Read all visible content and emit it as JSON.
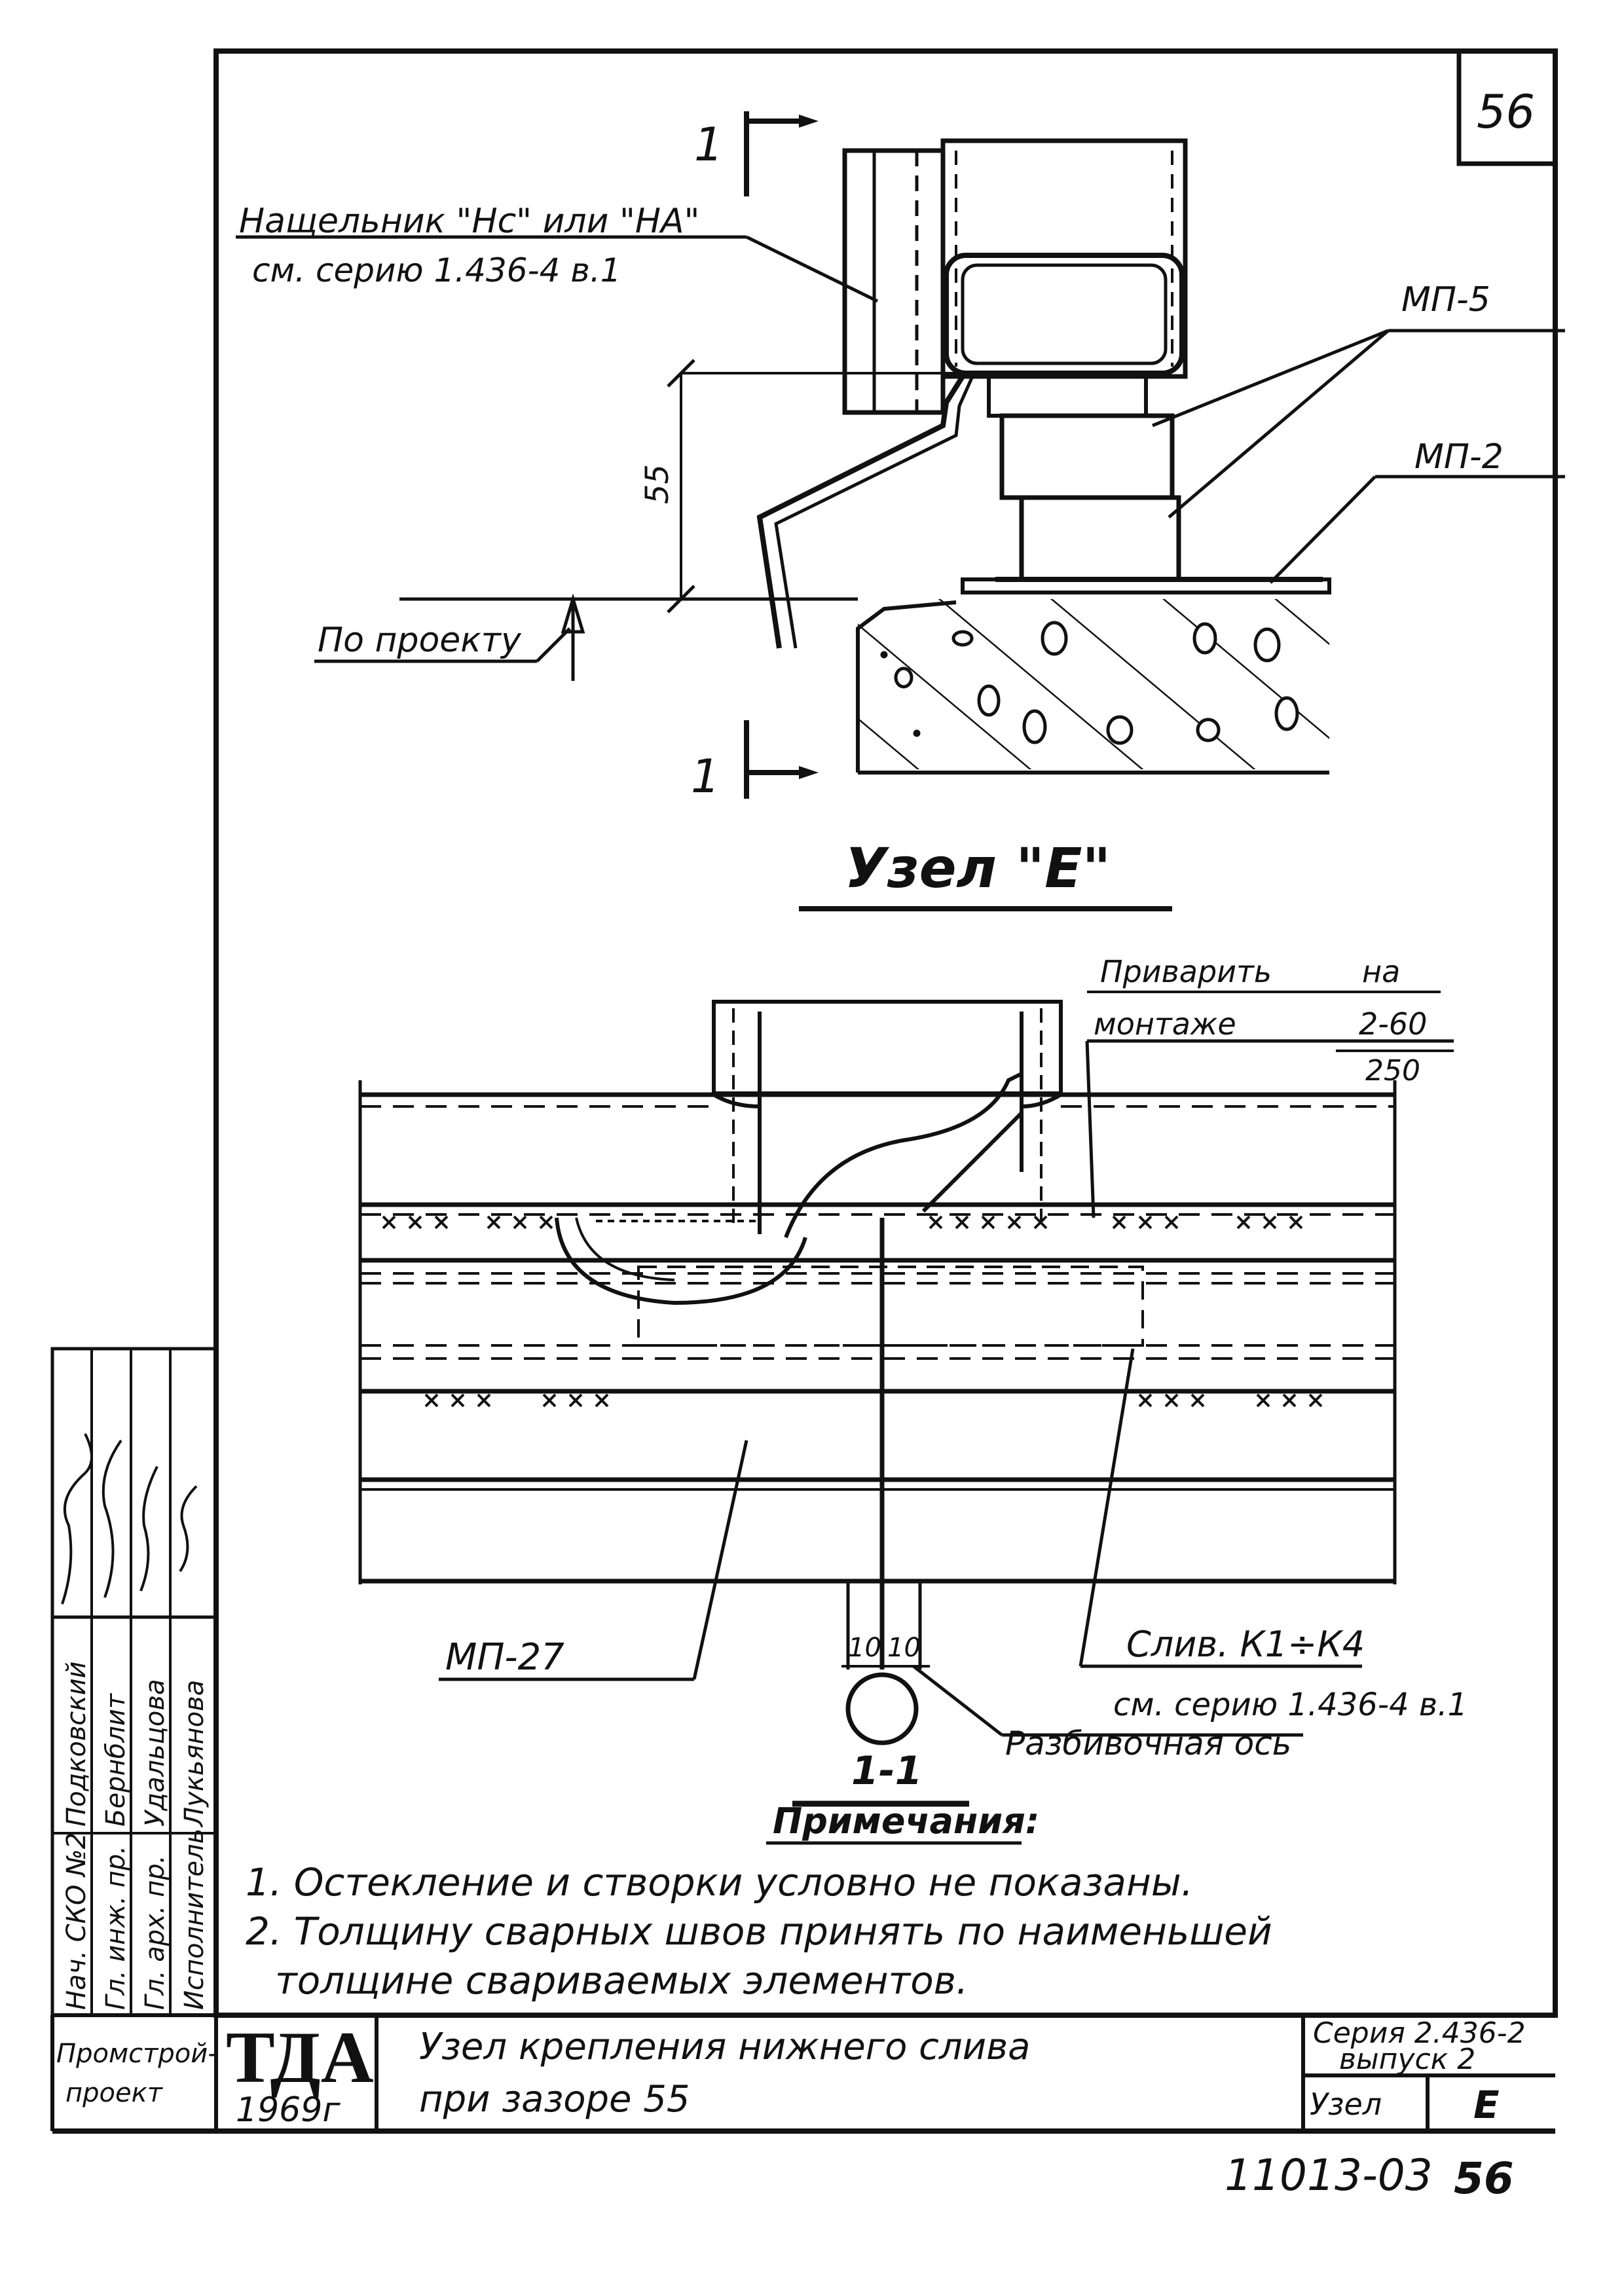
{
  "sheet": {
    "number": "56",
    "footer_code": "11013-03",
    "footer_number": "56"
  },
  "section_marks": {
    "top": "1",
    "bottom": "1"
  },
  "top_view": {
    "callout_line1": "Нащельник \"Нс\" или \"НА\"",
    "callout_line2": "см. серию 1.436-4 в.1",
    "label_mp5": "МП-5",
    "label_mp2": "МП-2",
    "dimension": "55",
    "level_label": "По проекту"
  },
  "node_title": "Узел \"Е\"",
  "bottom_view": {
    "weld_note_line1a": "Приварить",
    "weld_note_line1b": "на",
    "weld_note_line2a": "монтаже",
    "weld_note_line2b": "2-60",
    "weld_note_line3": "250",
    "label_mp27": "МП-27",
    "gap_left": "10",
    "gap_right": "10",
    "drain_line1": "Слив. К1÷К4",
    "drain_line2": "см. серию 1.436-4 в.1",
    "axis_label": "Разбивочная ось",
    "section_label": "1-1"
  },
  "notes": {
    "title": "Примечания:",
    "items": [
      "1. Остекление и створки условно не показаны.",
      "2. Толщину сварных швов принять по наименьшей",
      "толщине свариваемых элементов."
    ]
  },
  "title_block": {
    "logo": "ТДА",
    "year": "1969г",
    "org_line1": "Промстрой-",
    "org_line2": "проект",
    "title_line1": "Узел крепления нижнего слива",
    "title_line2": "при зазоре 55",
    "series_line1": "Серия 2.436-2",
    "series_line2": "выпуск 2",
    "node_label": "Узел",
    "node_letter": "Е"
  },
  "signatures": {
    "roles": [
      "Нач. СКО №2",
      "Гл. инж. пр.",
      "Гл. арх. пр.",
      "Исполнитель"
    ],
    "names": [
      "Подковский",
      "Бернблит",
      "Удальцова",
      "Лукьянова"
    ]
  }
}
